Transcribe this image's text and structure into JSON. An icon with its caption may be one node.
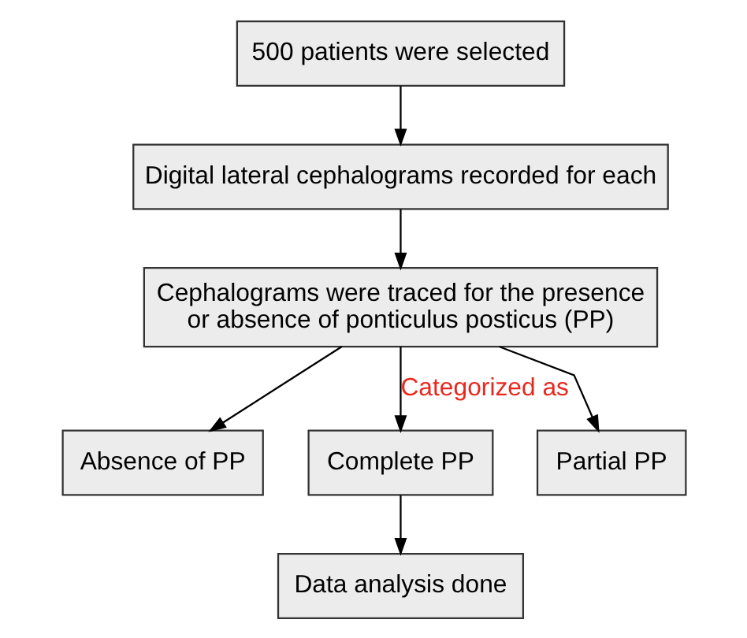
{
  "diagram": {
    "nodes": [
      {
        "text": [
          "500 patients were selected"
        ]
      },
      {
        "text": [
          "Digital lateral cephalograms recorded for each"
        ]
      },
      {
        "text": [
          "Cephalograms were traced for the presence or absence of ponticulus posticus (PP)"
        ]
      },
      {
        "text": [
          "Absence of PP"
        ]
      },
      {
        "text": [
          "Complete PP"
        ]
      },
      {
        "text": [
          "Partial PP"
        ]
      },
      {
        "text": [
          "Data analysis done"
        ]
      }
    ],
    "edges": [
      {
        "from": 0,
        "to": 1,
        "arrow": "to"
      },
      {
        "from": 1,
        "to": 2,
        "arrow": "to"
      },
      {
        "from": 2,
        "to": 3,
        "arrow": "to"
      },
      {
        "from": 2,
        "to": 4,
        "arrow": "to",
        "label": "Categorized as"
      },
      {
        "from": 2,
        "to": 5,
        "arrow": "to"
      },
      {
        "from": 4,
        "to": 6,
        "arrow": "to"
      }
    ]
  }
}
